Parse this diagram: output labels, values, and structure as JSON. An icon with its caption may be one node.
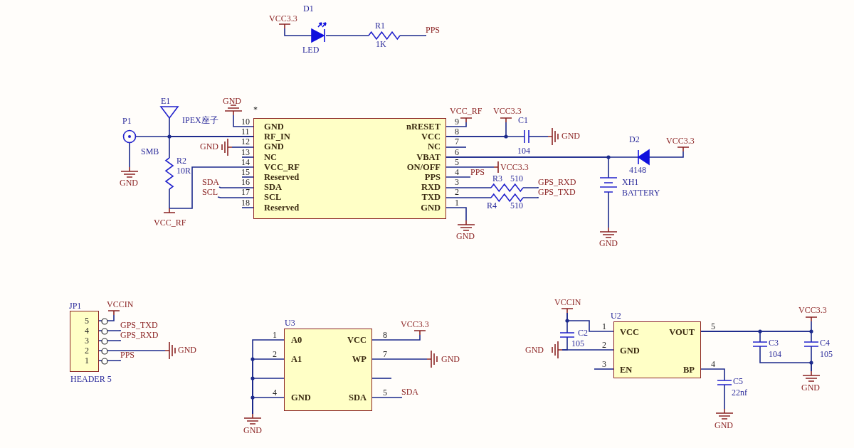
{
  "diagram": {
    "nodes": [
      {
        "text": [
          "VCC3.3"
        ]
      },
      {
        "text": [
          "D1",
          "LED"
        ]
      },
      {
        "text": [
          "R1",
          "1K"
        ]
      },
      {
        "text": [
          "PPS"
        ]
      },
      {
        "text": [
          "E1"
        ]
      },
      {
        "text": [
          "GND"
        ]
      },
      {
        "text": [
          "P1",
          "SMB"
        ]
      },
      {
        "text": [
          "GND",
          "RF_IN",
          "GND",
          "NC",
          "VCC_RF",
          "Reserved",
          "SDA",
          "SCL",
          "Reserved",
          "nRESET",
          "VCC",
          "NC",
          "VBAT",
          "ON/OFF",
          "PPS",
          "RXD",
          "TXD",
          "GND"
        ],
        "beside": [
          "10",
          "11",
          "12",
          "13",
          "14",
          "15",
          "16",
          "17",
          "18",
          "9",
          "8",
          "7",
          "6",
          "5",
          "4",
          "3",
          "2",
          "1"
        ]
      },
      {
        "text": [
          "R2",
          "10R"
        ]
      },
      {
        "text": [
          "GND"
        ]
      },
      {
        "text": [
          "SDA"
        ]
      },
      {
        "text": [
          "SCL"
        ]
      },
      {
        "text": [
          "GND"
        ]
      },
      {
        "text": [
          "VCC_RF"
        ]
      },
      {
        "text": [
          "VCC_RF"
        ]
      },
      {
        "text": [
          "VCC3.3"
        ]
      },
      {
        "text": [
          "C1",
          "104"
        ]
      },
      {
        "text": [
          "GND"
        ]
      },
      {
        "text": [
          "D2",
          "4148"
        ]
      },
      {
        "text": [
          "VCC3.3"
        ]
      },
      {
        "text": [
          "VCC3.3"
        ]
      },
      {
        "text": [
          "PPS"
        ]
      },
      {
        "text": [
          "R3",
          "510"
        ]
      },
      {
        "text": [
          "GPS_RXD"
        ]
      },
      {
        "text": [
          "XH1",
          "BATTERY"
        ]
      },
      {
        "text": [
          "R4",
          "510"
        ]
      },
      {
        "text": [
          "GPS_TXD"
        ]
      },
      {
        "text": [
          "GND"
        ]
      },
      {
        "text": [
          "GND"
        ]
      },
      {
        "text": [
          "JP1",
          "5",
          "4",
          "3",
          "2",
          "1"
        ],
        "beside": [
          "HEADER 5"
        ]
      },
      {
        "text": [
          "VCCIN"
        ]
      },
      {
        "text": [
          "GPS_TXD"
        ]
      },
      {
        "text": [
          "GPS_RXD"
        ]
      },
      {
        "text": [
          "GND"
        ]
      },
      {
        "text": [
          "PPS"
        ]
      },
      {
        "text": [
          "U3",
          "A0",
          "A1",
          "GND",
          "VCC",
          "WP",
          "SDA"
        ],
        "beside": [
          "1",
          "8",
          "2",
          "7",
          "4",
          "5"
        ]
      },
      {
        "text": [
          "VCC3.3"
        ]
      },
      {
        "text": [
          "GND"
        ]
      },
      {
        "text": [
          "SDA"
        ]
      },
      {
        "text": [
          "GND"
        ]
      },
      {
        "text": [
          "VCCIN"
        ]
      },
      {
        "text": [
          "U2",
          "VCC",
          "GND",
          "EN",
          "VOUT",
          "BP"
        ],
        "beside": [
          "1",
          "5",
          "2",
          "3",
          "4"
        ]
      },
      {
        "text": [
          "C2",
          "105"
        ]
      },
      {
        "text": [
          "GND"
        ]
      },
      {
        "text": [
          "VCC3.3"
        ]
      },
      {
        "text": [
          "C3",
          "104"
        ]
      },
      {
        "text": [
          "C4",
          "105"
        ]
      },
      {
        "text": [
          "GND"
        ]
      },
      {
        "text": [
          "C5",
          "22nf"
        ]
      },
      {
        "text": [
          "GND"
        ]
      }
    ],
    "edges": [
      {
        "from": 0,
        "to": 1,
        "arrow": "none"
      },
      {
        "from": 1,
        "to": 2,
        "arrow": "none"
      },
      {
        "from": 2,
        "to": 3,
        "arrow": "none"
      },
      {
        "from": 7,
        "to": 5,
        "arrow": "none"
      },
      {
        "from": 7,
        "to": 6,
        "arrow": "none"
      },
      {
        "from": 7,
        "to": 4,
        "arrow": "none"
      },
      {
        "from": 7,
        "to": 8,
        "arrow": "none"
      },
      {
        "from": 7,
        "to": 9,
        "arrow": "none"
      },
      {
        "from": 7,
        "to": null,
        "arrow": "none"
      },
      {
        "from": 7,
        "to": 13,
        "arrow": "none"
      },
      {
        "from": 8,
        "to": 13,
        "arrow": "none"
      },
      {
        "from": 7,
        "to": null,
        "arrow": "none"
      },
      {
        "from": 7,
        "to": 10,
        "arrow": "none"
      },
      {
        "from": 7,
        "to": 11,
        "arrow": "none"
      },
      {
        "from": 7,
        "to": null,
        "arrow": "none"
      },
      {
        "from": 6,
        "to": 12,
        "arrow": "none"
      },
      {
        "from": 7,
        "to": 14,
        "arrow": "none"
      },
      {
        "from": 7,
        "to": 16,
        "arrow": "none"
      },
      {
        "from": 7,
        "to": 15,
        "arrow": "none"
      },
      {
        "from": 16,
        "to": 17,
        "arrow": "none"
      },
      {
        "from": 7,
        "to": null,
        "arrow": "none"
      },
      {
        "from": 7,
        "to": 18,
        "arrow": "none"
      },
      {
        "from": 7,
        "to": 24,
        "arrow": "none"
      },
      {
        "from": 18,
        "to": 19,
        "arrow": "none"
      },
      {
        "from": 7,
        "to": 20,
        "arrow": "none"
      },
      {
        "from": 7,
        "to": 21,
        "arrow": "none"
      },
      {
        "from": 7,
        "to": 22,
        "arrow": "none"
      },
      {
        "from": 22,
        "to": 23,
        "arrow": "none"
      },
      {
        "from": 7,
        "to": 25,
        "arrow": "none"
      },
      {
        "from": 25,
        "to": 26,
        "arrow": "none"
      },
      {
        "from": 7,
        "to": 27,
        "arrow": "none"
      },
      {
        "from": 24,
        "to": 28,
        "arrow": "none"
      },
      {
        "from": 29,
        "to": 30,
        "arrow": "none"
      },
      {
        "from": 29,
        "to": 31,
        "arrow": "none"
      },
      {
        "from": 29,
        "to": 32,
        "arrow": "none"
      },
      {
        "from": 29,
        "to": 33,
        "arrow": "none"
      },
      {
        "from": 29,
        "to": 34,
        "arrow": "none"
      },
      {
        "from": 35,
        "to": 36,
        "arrow": "none"
      },
      {
        "from": 35,
        "to": 39,
        "arrow": "none"
      },
      {
        "from": 35,
        "to": 39,
        "arrow": "none"
      },
      {
        "from": 35,
        "to": 39,
        "arrow": "none"
      },
      {
        "from": 35,
        "to": 39,
        "arrow": "none"
      },
      {
        "from": 35,
        "to": 37,
        "arrow": "none"
      },
      {
        "from": 35,
        "to": null,
        "arrow": "none"
      },
      {
        "from": 35,
        "to": 38,
        "arrow": "none"
      },
      {
        "from": 40,
        "to": 41,
        "arrow": "none"
      },
      {
        "from": 40,
        "to": 42,
        "arrow": "none"
      },
      {
        "from": 42,
        "to": 43,
        "arrow": "none"
      },
      {
        "from": 41,
        "to": 43,
        "arrow": "none"
      },
      {
        "from": 41,
        "to": null,
        "arrow": "none"
      },
      {
        "from": 41,
        "to": 44,
        "arrow": "none"
      },
      {
        "from": 41,
        "to": 45,
        "arrow": "none"
      },
      {
        "from": 41,
        "to": 46,
        "arrow": "none"
      },
      {
        "from": 45,
        "to": 47,
        "arrow": "none"
      },
      {
        "from": 46,
        "to": 47,
        "arrow": "none"
      },
      {
        "from": 41,
        "to": 48,
        "arrow": "none"
      },
      {
        "from": 48,
        "to": 49,
        "arrow": "none"
      }
    ],
    "labels": [
      "*",
      "IPEX座子"
    ]
  }
}
